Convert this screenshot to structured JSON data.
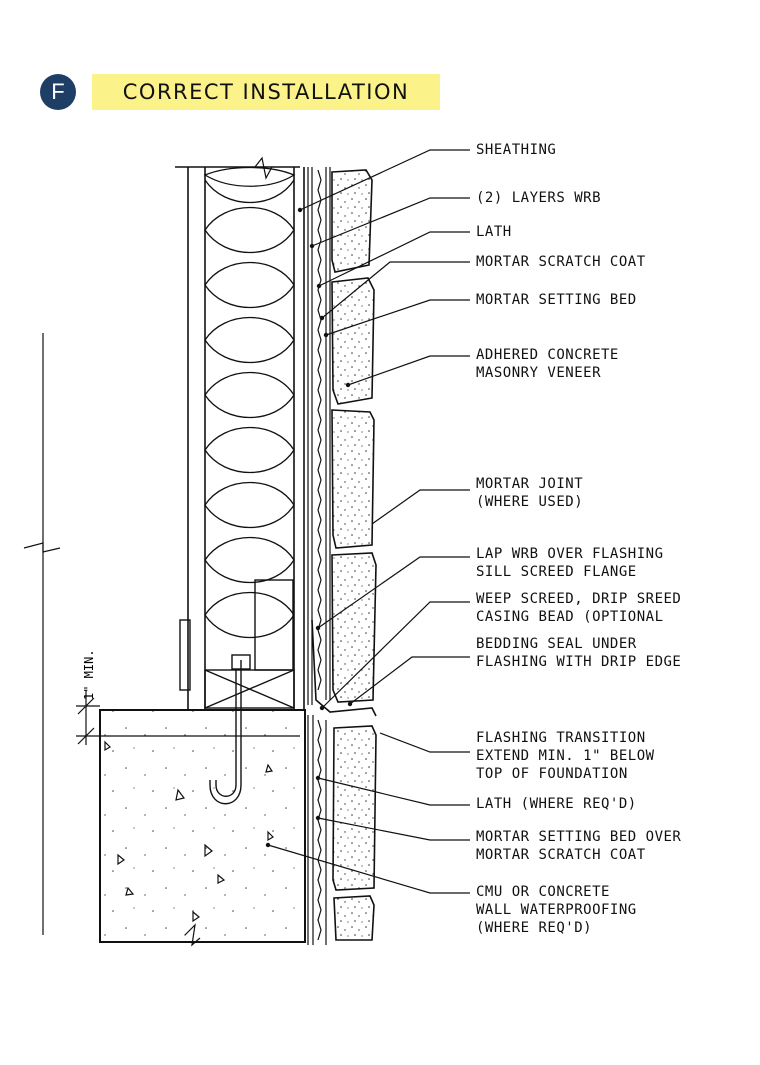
{
  "badge": "F",
  "title": "CORRECT INSTALLATION",
  "dimension_note": "1\" MIN.",
  "callouts": [
    {
      "lines": [
        "SHEATHING"
      ]
    },
    {
      "lines": [
        "(2) LAYERS WRB"
      ]
    },
    {
      "lines": [
        "LATH"
      ]
    },
    {
      "lines": [
        "MORTAR SCRATCH COAT"
      ]
    },
    {
      "lines": [
        "MORTAR SETTING BED"
      ]
    },
    {
      "lines": [
        "ADHERED CONCRETE",
        "MASONRY VENEER"
      ]
    },
    {
      "lines": [
        "MORTAR JOINT",
        "(WHERE USED)"
      ]
    },
    {
      "lines": [
        "LAP WRB OVER FLASHING",
        "SILL SCREED FLANGE"
      ]
    },
    {
      "lines": [
        "WEEP SCREED, DRIP SREED",
        "CASING BEAD (OPTIONAL"
      ]
    },
    {
      "lines": [
        "BEDDING SEAL UNDER",
        "FLASHING WITH DRIP EDGE"
      ]
    },
    {
      "lines": [
        "FLASHING TRANSITION",
        "EXTEND MIN. 1\" BELOW",
        "TOP OF FOUNDATION"
      ]
    },
    {
      "lines": [
        "LATH (WHERE REQ'D)"
      ]
    },
    {
      "lines": [
        "MORTAR SETTING BED OVER",
        "MORTAR SCRATCH COAT"
      ]
    },
    {
      "lines": [
        "CMU OR CONCRETE",
        "WALL WATERPROOFING",
        "(WHERE REQ'D)"
      ]
    }
  ]
}
